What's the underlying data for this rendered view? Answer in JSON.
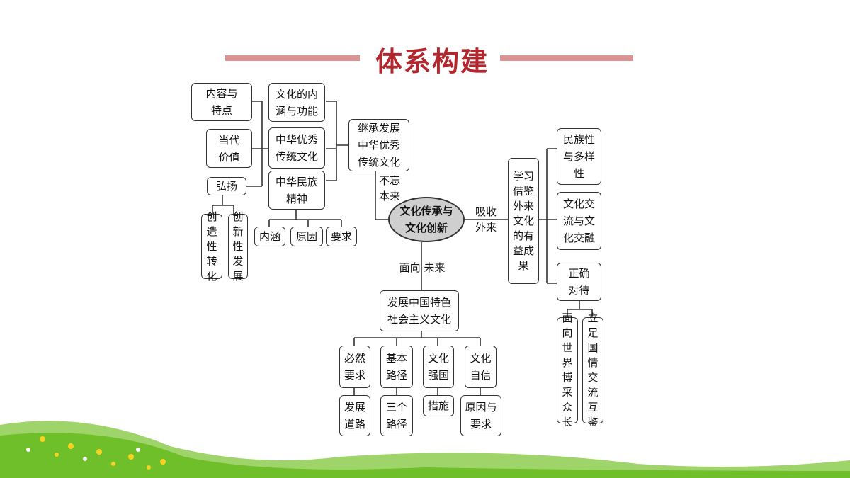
{
  "title": "体系构建",
  "colors": {
    "title": "#b3262d",
    "title_bar": "#d99493",
    "grass": "#6fbf2b",
    "oval": "#cfcfcf"
  },
  "center": "文化传承与\n文化创新",
  "left": {
    "inheritance": "继承发展\n中华优秀\n传统文化",
    "label_past": "不忘\n本来",
    "connotation": "文化的内\n涵与功能",
    "excellent": "中华优秀\n传统文化",
    "content": "内容与\n特点",
    "value": "当代\n价值",
    "promote": "弘扬",
    "creative_transform": "创造性转化",
    "innovative_develop": "创新性发展",
    "spirit": "中华民族\n精神",
    "spirit_items": [
      "内涵",
      "原因",
      "要求"
    ]
  },
  "right": {
    "label_absorb": "吸收\n外来",
    "learn": "学习借鉴外来文化的有益成果",
    "diversity": "民族性\n与多样\n性",
    "exchange": "文化交\n流与文\n化交融",
    "treat": "正确\n对待",
    "world": "面向世界 博采众长",
    "national": "立足国情 交流互鉴"
  },
  "bottom": {
    "label_future": "面向 未来",
    "develop": "发展中国特色\n社会主义文化",
    "items": [
      {
        "top": "必然\n要求",
        "bottom": "发展\n道路"
      },
      {
        "top": "基本\n路径",
        "bottom": "三个\n路径"
      },
      {
        "top": "文化\n强国",
        "bottom": "措施"
      },
      {
        "top": "文化\n自信",
        "bottom": "原因与\n要求"
      }
    ]
  }
}
